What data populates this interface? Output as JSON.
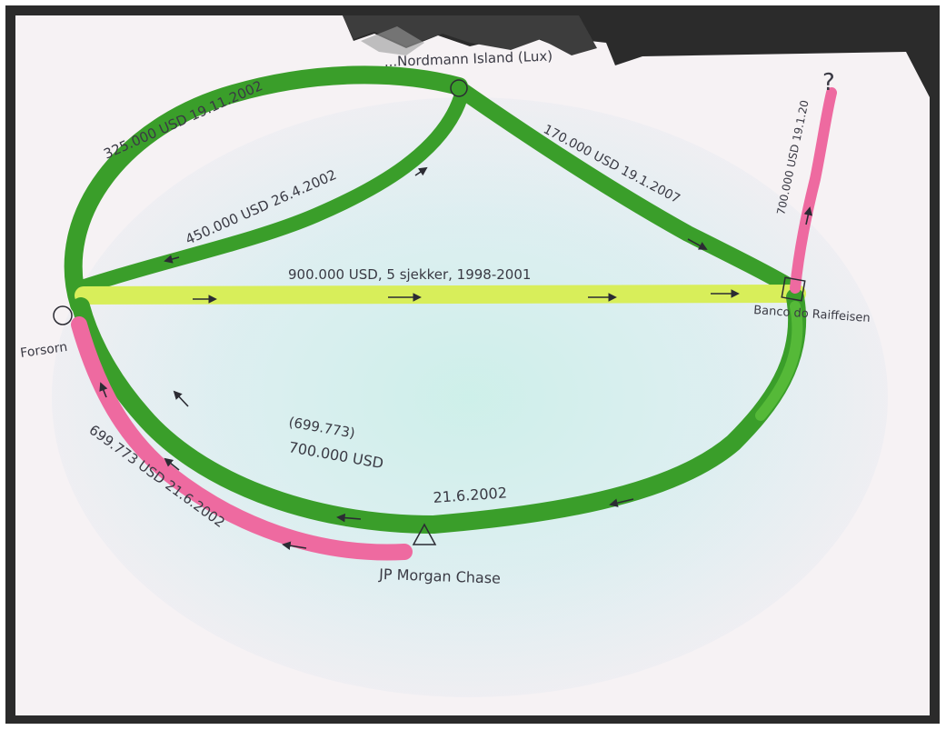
{
  "nodes": {
    "top": "...Nordmann Island (Lux)",
    "left": "Forsorn",
    "right": "Banco do Raiffeisen",
    "bottom": "JP Morgan Chase",
    "question": "?"
  },
  "flows": {
    "top_outer": "325.000 USD 19.11.2002",
    "top_inner": "450.000 USD 26.4.2002",
    "top_right": "170.000 USD 19.1.2007",
    "middle": "900.000 USD, 5 sjekker, 1998-2001",
    "bottom_green_1": "(699.773)",
    "bottom_green_2": "700.000 USD",
    "bottom_green_date": "21.6.2002",
    "bottom_pink": "699.773 USD 21.6.2002",
    "right_pink": "700.000 USD 19.1.20"
  },
  "colors": {
    "green_flow": "#3a9e2a",
    "green_flow_light": "#5cbf3c",
    "yellow_flow": "#d8ee5a",
    "pink_flow": "#ee6aa0",
    "paper": "#f6f2f4",
    "paper_tint": "#cfeee7",
    "ink": "#3a3a44"
  }
}
